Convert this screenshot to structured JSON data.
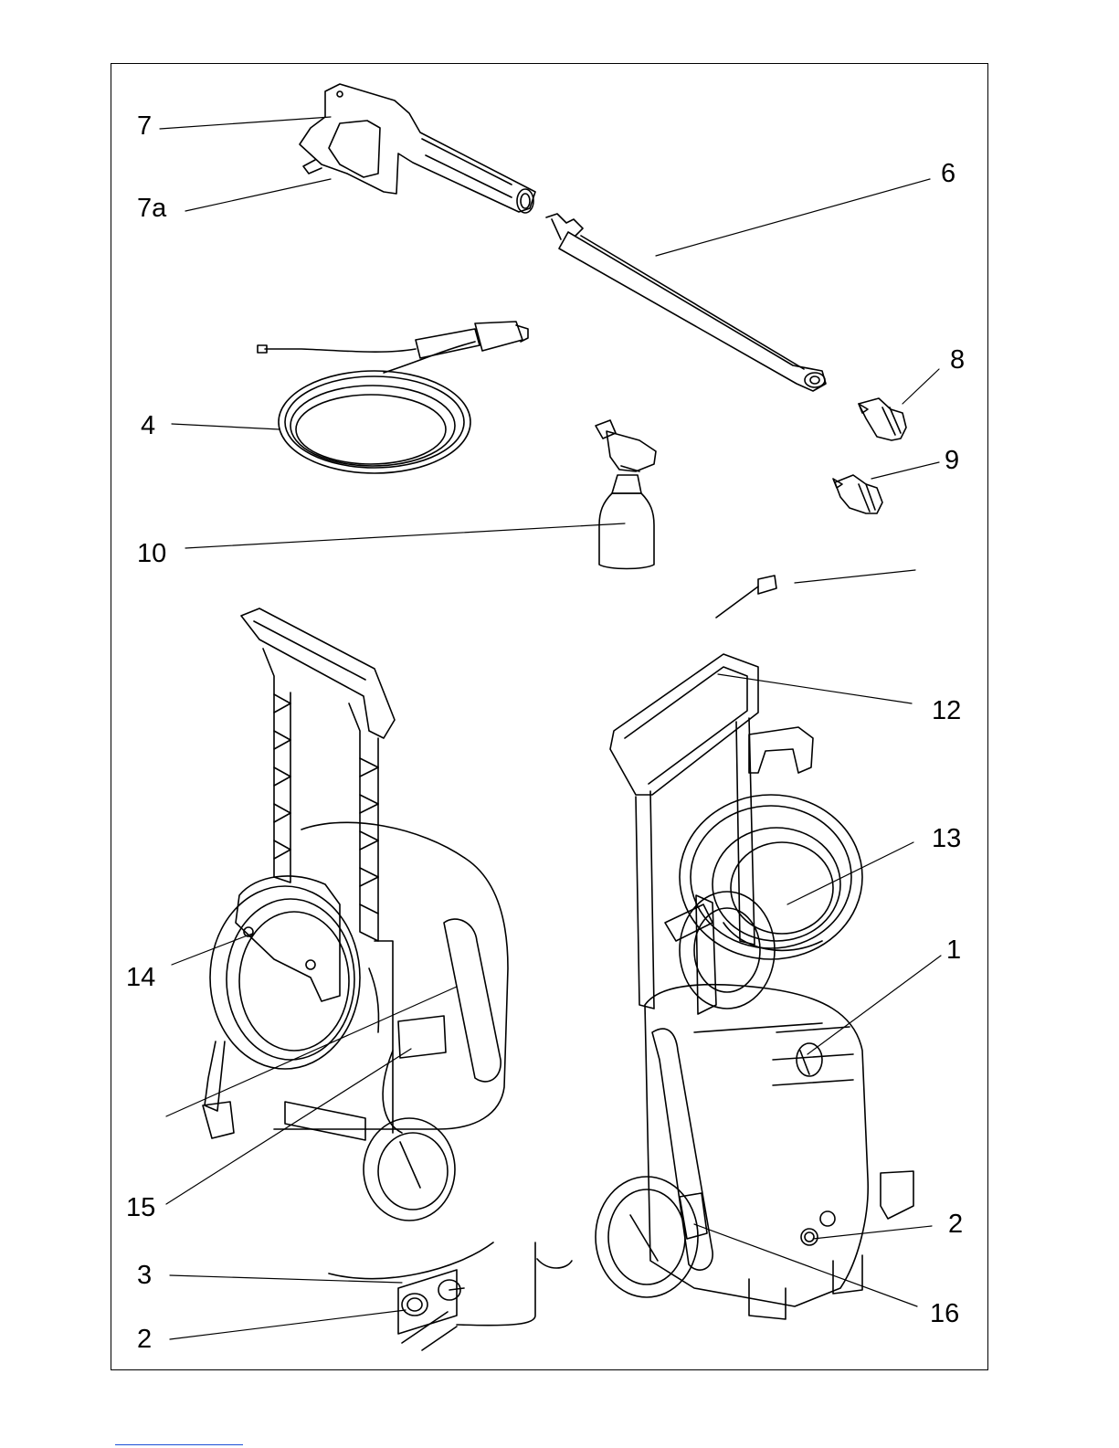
{
  "figure": {
    "callouts": [
      {
        "key": "7",
        "label": "7"
      },
      {
        "key": "7a",
        "label": "7a"
      },
      {
        "key": "6",
        "label": "6"
      },
      {
        "key": "8",
        "label": "8"
      },
      {
        "key": "4",
        "label": "4"
      },
      {
        "key": "9",
        "label": "9"
      },
      {
        "key": "10",
        "label": "10"
      },
      {
        "key": "12",
        "label": "12"
      },
      {
        "key": "13",
        "label": "13"
      },
      {
        "key": "1",
        "label": "1"
      },
      {
        "key": "14",
        "label": "14"
      },
      {
        "key": "15",
        "label": "15"
      },
      {
        "key": "2a",
        "label": "2"
      },
      {
        "key": "3",
        "label": "3"
      },
      {
        "key": "16",
        "label": "16"
      },
      {
        "key": "2b",
        "label": "2"
      }
    ]
  },
  "colors": {
    "line": "#000000",
    "background": "#ffffff",
    "link": "#1a4fd6"
  }
}
